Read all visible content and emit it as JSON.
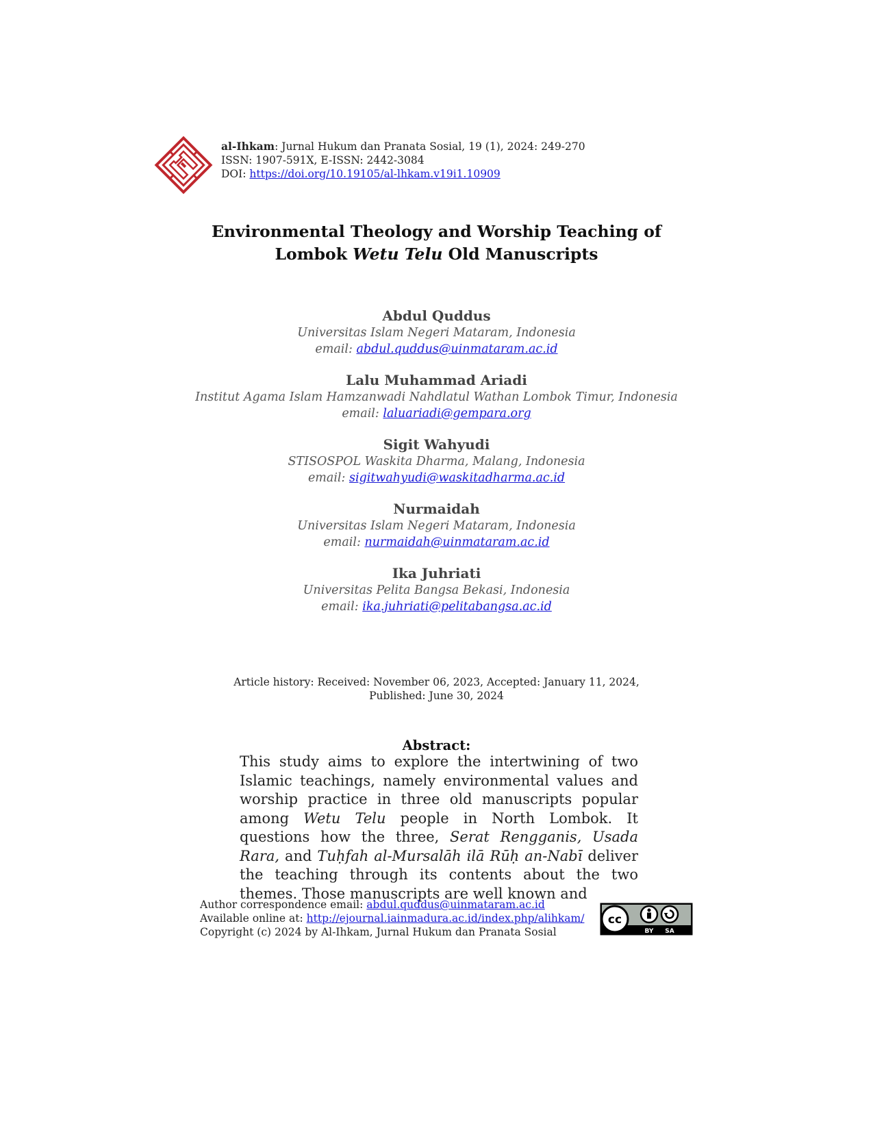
{
  "header": {
    "journal_name": "al-Ihkam",
    "journal_rest": ": Jurnal Hukum dan Pranata Sosial, 19 (1), 2024: 249-270",
    "issn": "ISSN: 1907-591X, E-ISSN: 2442-3084",
    "doi_prefix": "DOI: ",
    "doi_link": "https://doi.org/10.19105/al-lhkam.v19i1.10909"
  },
  "title": {
    "line1": "Environmental Theology and Worship Teaching of",
    "line2_pre": "Lombok ",
    "line2_italic": "Wetu Telu",
    "line2_post": " Old Manuscripts"
  },
  "authors": [
    {
      "name": "Abdul Quddus",
      "affiliation": "Universitas Islam Negeri Mataram, Indonesia",
      "email_label": "email: ",
      "email": "abdul.quddus@uinmataram.ac.id"
    },
    {
      "name": "Lalu Muhammad Ariadi",
      "affiliation": "Institut Agama Islam Hamzanwadi Nahdlatul Wathan Lombok Timur, Indonesia",
      "email_label": "email: ",
      "email": "laluariadi@gempara.org"
    },
    {
      "name": "Sigit Wahyudi",
      "affiliation": "STISOSPOL Waskita Dharma, Malang, Indonesia",
      "email_label": "email: ",
      "email": "sigitwahyudi@waskitadharma.ac.id"
    },
    {
      "name": "Nurmaidah",
      "affiliation": "Universitas Islam Negeri Mataram, Indonesia",
      "email_label": "email: ",
      "email": "nurmaidah@uinmataram.ac.id"
    },
    {
      "name": "Ika Juhriati",
      "affiliation": "Universitas Pelita Bangsa Bekasi, Indonesia",
      "email_label": "email: ",
      "email": "ika.juhriati@pelitabangsa.ac.id"
    }
  ],
  "history": {
    "line1": "Article history: Received: November 06, 2023, Accepted: January 11, 2024,",
    "line2": "Published: June 30, 2024"
  },
  "abstract": {
    "heading": "Abstract:",
    "t1": "This study aims to explore the intertwining of two Islamic teachings, namely environmental values and worship practice in three old manuscripts popular among ",
    "i1": "Wetu Telu",
    "t2": " people in North Lombok. It questions how the three, ",
    "i2": "Serat Rengganis, Usada Rara,",
    "t3": " and ",
    "i3": "Tuḥfah al-Mursalāh ilā Rūḥ an-Nabī",
    "t4": " deliver the teaching through its contents about the two themes. Those manuscripts are well known and"
  },
  "footer": {
    "correspondence_label": "Author correspondence email: ",
    "correspondence_email": "abdul.quddus@uinmataram.ac.id",
    "online_label": "Available online at: ",
    "online_url": "http://ejournal.iainmadura.ac.id/index.php/alihkam/",
    "copyright": "Copyright (c) 2024 by Al-Ihkam, Jurnal Hukum dan Pranata Sosial"
  },
  "license_badge": {
    "cc": "cc",
    "by": "BY",
    "sa": "SA"
  },
  "colors": {
    "logo_red": "#c0272d",
    "link_blue": "#1a1ad6"
  }
}
